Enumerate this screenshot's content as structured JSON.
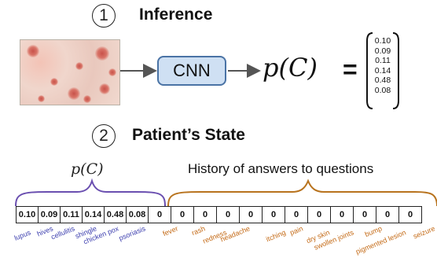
{
  "inference": {
    "step": "1",
    "title": "Inference"
  },
  "model": {
    "label": "CNN"
  },
  "output": {
    "func": "p(C)",
    "equals": "=",
    "vector": [
      "0.10",
      "0.09",
      "0.11",
      "0.14",
      "0.48",
      "0.08"
    ]
  },
  "patient": {
    "step": "2",
    "title": "Patient’s State",
    "prob_label": "p(C)",
    "history_label": "History of answers to questions",
    "prob_cells": [
      "0.10",
      "0.09",
      "0.11",
      "0.14",
      "0.48",
      "0.08"
    ],
    "answer_cells": [
      "0",
      "0",
      "0",
      "0",
      "0",
      "0",
      "0",
      "0",
      "0",
      "0",
      "0",
      "0"
    ],
    "diseases": [
      "lupus",
      "hives",
      "cellulitis",
      "shingle",
      "chicken pox",
      "psoriasis"
    ],
    "symptoms": [
      "fever",
      "rash",
      "redness",
      "headache",
      "itching",
      "pain",
      "dry skin",
      "swollen joints",
      "bump",
      "pigmented lesion",
      "seizure"
    ]
  },
  "colors": {
    "prob_brace": "#6a4fb0",
    "history_brace": "#b8731e",
    "disease_text": "#3b3dae",
    "symptom_text": "#c46a16",
    "cnn_fill": "#cfe0f3",
    "cnn_border": "#4a73a5"
  }
}
